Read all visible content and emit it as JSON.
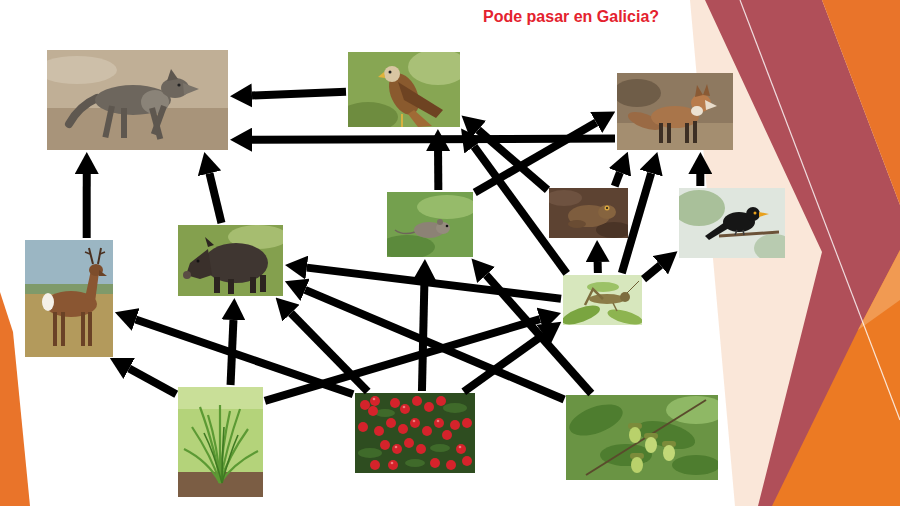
{
  "diagram": {
    "title": "Pode pasar en Galicia?",
    "nodes": [
      {
        "text": []
      },
      {
        "text": []
      },
      {
        "text": []
      },
      {
        "text": []
      },
      {
        "text": []
      },
      {
        "text": []
      },
      {
        "text": []
      },
      {
        "text": []
      },
      {
        "text": []
      },
      {
        "text": []
      },
      {
        "text": []
      },
      {
        "text": []
      }
    ],
    "edges": [
      {
        "from": 1,
        "to": 0,
        "arrow": "to"
      },
      {
        "from": 2,
        "to": 0,
        "arrow": "to"
      },
      {
        "from": 3,
        "to": 0,
        "arrow": "to"
      },
      {
        "from": 4,
        "to": 0,
        "arrow": "to"
      },
      {
        "from": 5,
        "to": 1,
        "arrow": "to"
      },
      {
        "from": 5,
        "to": 2,
        "arrow": "to"
      },
      {
        "from": 6,
        "to": 1,
        "arrow": "to"
      },
      {
        "from": 6,
        "to": 2,
        "arrow": "to"
      },
      {
        "from": 7,
        "to": 2,
        "arrow": "to"
      },
      {
        "from": 8,
        "to": 1,
        "arrow": "to"
      },
      {
        "from": 8,
        "to": 6,
        "arrow": "to"
      },
      {
        "from": 8,
        "to": 7,
        "arrow": "to"
      },
      {
        "from": 8,
        "to": 2,
        "arrow": "to"
      },
      {
        "from": 8,
        "to": 4,
        "arrow": "to"
      },
      {
        "from": 9,
        "to": 3,
        "arrow": "to"
      },
      {
        "from": 9,
        "to": 4,
        "arrow": "to"
      },
      {
        "from": 9,
        "to": 8,
        "arrow": "to"
      },
      {
        "from": 10,
        "to": 3,
        "arrow": "to"
      },
      {
        "from": 10,
        "to": 4,
        "arrow": "to"
      },
      {
        "from": 10,
        "to": 5,
        "arrow": "to"
      },
      {
        "from": 10,
        "to": 8,
        "arrow": "to"
      },
      {
        "from": 11,
        "to": 4,
        "arrow": "to"
      },
      {
        "from": 11,
        "to": 5,
        "arrow": "to"
      }
    ]
  }
}
